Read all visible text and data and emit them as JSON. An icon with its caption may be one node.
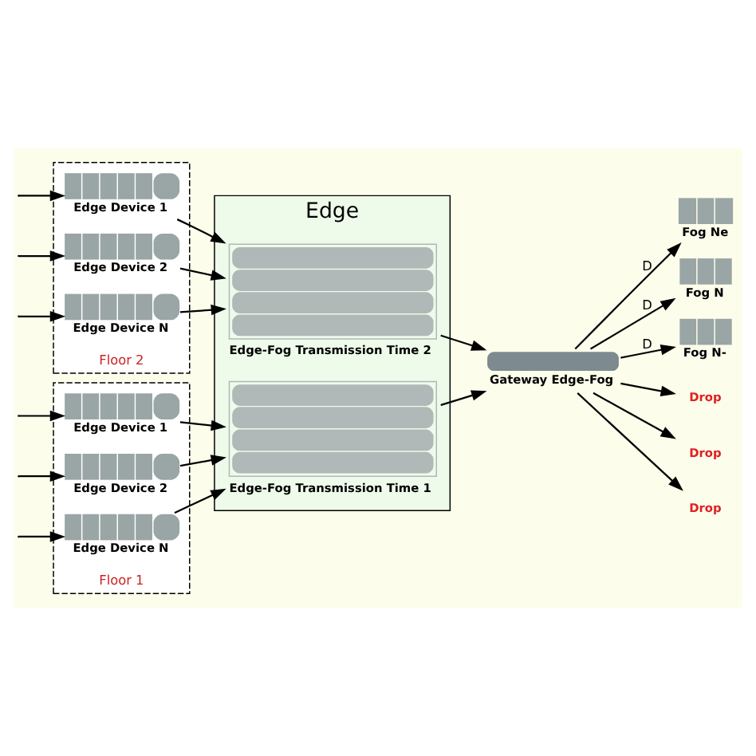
{
  "diagram": {
    "nodes": [
      {
        "text": [
          "Floor 1"
        ]
      },
      {
        "text": [
          "Edge Device 1"
        ],
        "in": 0
      },
      {
        "text": [
          "Edge Device 2"
        ],
        "in": 0
      },
      {
        "text": [
          "Edge Device N"
        ],
        "in": 0
      },
      {
        "text": [
          "Floor 2"
        ]
      },
      {
        "text": [
          "Edge Device 1"
        ],
        "in": 4
      },
      {
        "text": [
          "Edge Device 2"
        ],
        "in": 4
      },
      {
        "text": [
          "Edge Device N"
        ],
        "in": 4
      },
      {
        "text": [
          "Edge"
        ]
      },
      {
        "text": [
          "Edge-Fog Transmission Time 1"
        ],
        "in": 8
      },
      {
        "text": [
          "Edge-Fog Transmission Time 2"
        ],
        "in": 8
      },
      {
        "text": [
          "Gateway Edge-Fog"
        ]
      },
      {
        "text": [
          "Fog Ne"
        ]
      },
      {
        "text": [
          "Fog N"
        ]
      },
      {
        "text": [
          "Fog N-"
        ]
      },
      {
        "text": [
          "Drop"
        ]
      },
      {
        "text": [
          "Drop"
        ]
      },
      {
        "text": [
          "Drop"
        ]
      }
    ],
    "edges": [
      {
        "from": null,
        "to": 1,
        "arrow": "to"
      },
      {
        "from": null,
        "to": 2,
        "arrow": "to"
      },
      {
        "from": null,
        "to": 3,
        "arrow": "to"
      },
      {
        "from": null,
        "to": 5,
        "arrow": "to"
      },
      {
        "from": null,
        "to": 6,
        "arrow": "to"
      },
      {
        "from": null,
        "to": 7,
        "arrow": "to"
      },
      {
        "from": 1,
        "to": 9,
        "arrow": "to"
      },
      {
        "from": 2,
        "to": 9,
        "arrow": "to"
      },
      {
        "from": 3,
        "to": 9,
        "arrow": "to"
      },
      {
        "from": 5,
        "to": 10,
        "arrow": "to"
      },
      {
        "from": 6,
        "to": 10,
        "arrow": "to"
      },
      {
        "from": 7,
        "to": 10,
        "arrow": "to"
      },
      {
        "from": 9,
        "to": 11,
        "arrow": "to"
      },
      {
        "from": 10,
        "to": 11,
        "arrow": "to"
      },
      {
        "from": 11,
        "to": 12,
        "arrow": "to",
        "label": "D"
      },
      {
        "from": 11,
        "to": 13,
        "arrow": "to",
        "label": "D"
      },
      {
        "from": 11,
        "to": 14,
        "arrow": "to",
        "label": "D"
      },
      {
        "from": 11,
        "to": 15,
        "arrow": "to"
      },
      {
        "from": 11,
        "to": 16,
        "arrow": "to"
      },
      {
        "from": 11,
        "to": 17,
        "arrow": "to"
      }
    ]
  }
}
